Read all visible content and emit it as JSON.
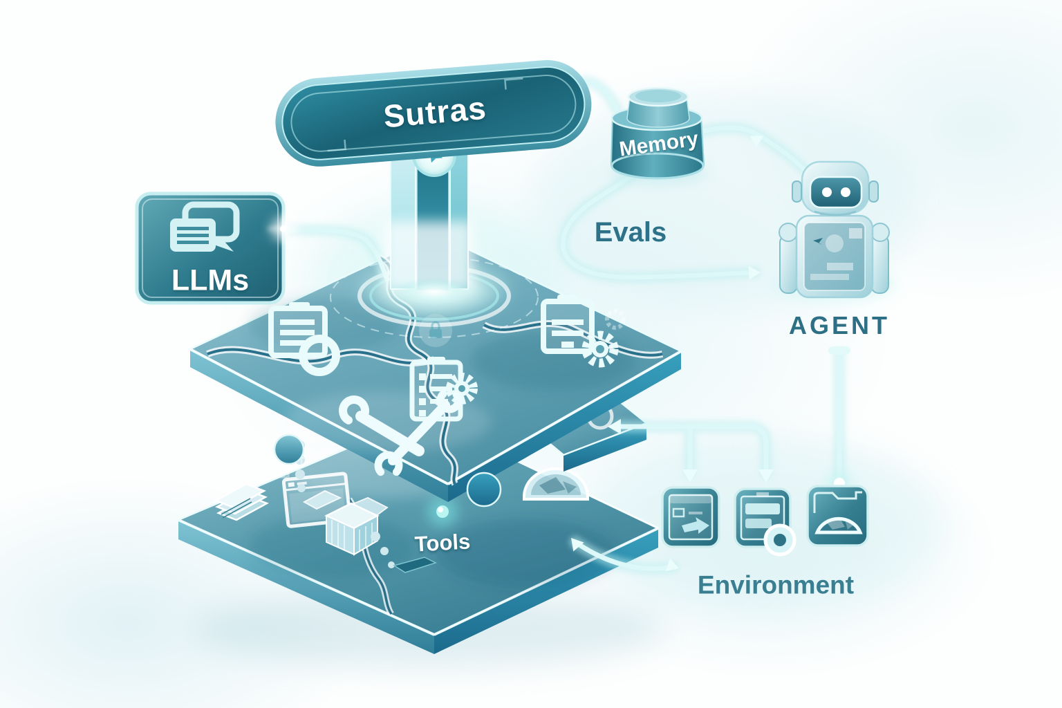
{
  "diagram": {
    "banner": {
      "title": "Sutras"
    },
    "nodes": {
      "llms": {
        "label": "LLMs"
      },
      "memory": {
        "label": "Memory"
      },
      "evals": {
        "label": "Evals"
      },
      "agent": {
        "label": "AGENT"
      },
      "tools": {
        "label": "Tools"
      },
      "environment": {
        "label": "Environment"
      }
    },
    "icons": {
      "llms": "chat-bubbles-icon",
      "memory": "database-cylinder-icon",
      "agent": "robot-icon",
      "banner_junction": "sparkle-icon",
      "middle_layer": [
        "document-ring-icon",
        "checklist-gear-icon",
        "crossed-wrenches-icon",
        "clipboard-gear-icon"
      ],
      "bottom_layer": [
        "book-stack-icon",
        "terminal-window-icon",
        "package-box-icon",
        "dome-icon"
      ],
      "environment_tiles": [
        "window-arrow-icon",
        "list-ring-icon",
        "folder-dome-icon"
      ]
    },
    "colors": {
      "banner_dark_teal": "#1d6b7f",
      "accent_teal": "#2a8196",
      "glow_cyan": "#c9f1f3",
      "label_teal": "#35788e",
      "plate_teal": "#5ba3b3",
      "white": "#ffffff"
    }
  }
}
